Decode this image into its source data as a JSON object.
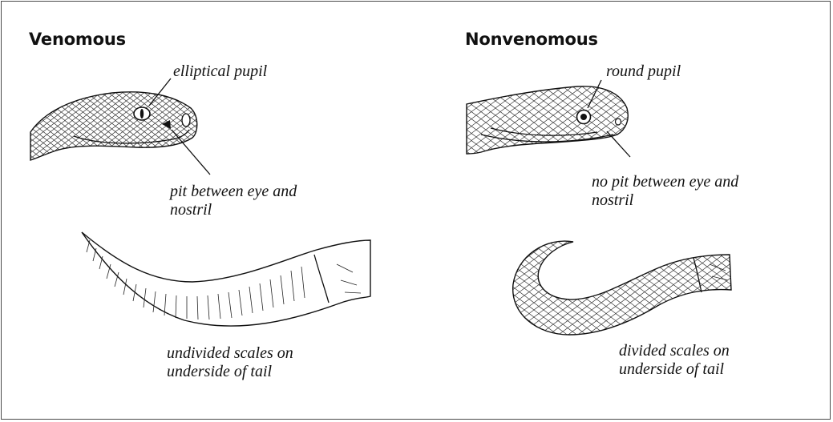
{
  "venomous": {
    "heading": "Venomous",
    "pupil_label": "elliptical pupil",
    "pit_label_line1": "pit between eye and",
    "pit_label_line2": "nostril",
    "tail_label_line1": "undivided scales on",
    "tail_label_line2": "underside of tail"
  },
  "nonvenomous": {
    "heading": "Nonvenomous",
    "pupil_label": "round pupil",
    "pit_label_line1": "no pit between eye and",
    "pit_label_line2": "nostril",
    "tail_label_line1": "divided scales on",
    "tail_label_line2": "underside of tail"
  }
}
